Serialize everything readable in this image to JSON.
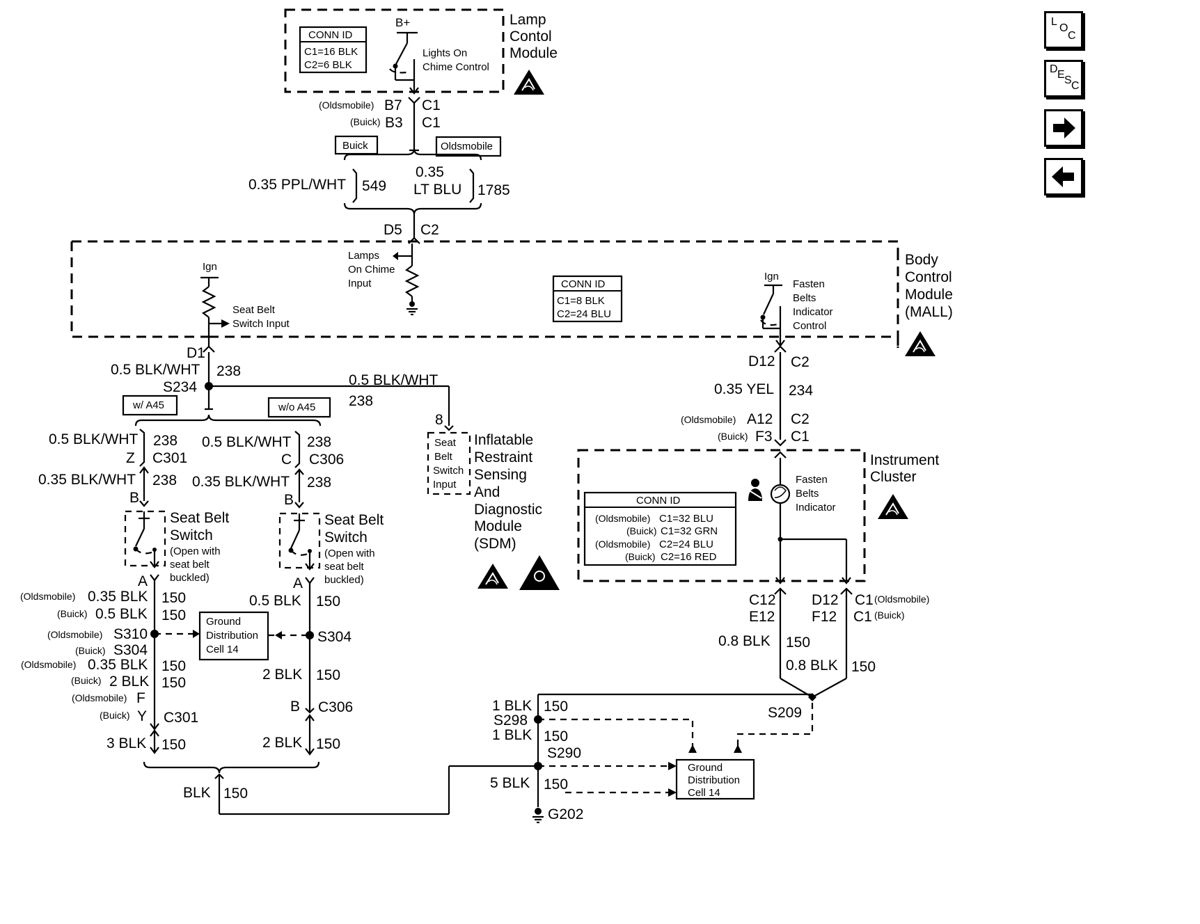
{
  "nav": {
    "loc": [
      "L",
      "O",
      "C"
    ],
    "desc": [
      "D",
      "E",
      "S",
      "C"
    ]
  },
  "lamp_module": {
    "title": [
      "Lamp",
      "Contol",
      "Module"
    ],
    "conn_id": {
      "header": "CONN ID",
      "rows": [
        "C1=16 BLK",
        "C2=6 BLK"
      ]
    },
    "bplus": "B+",
    "switch_label": [
      "Lights On",
      "Chime Control"
    ]
  },
  "lamp_out": {
    "old_prefix": "(Oldsmobile)",
    "old_pin": "B7",
    "old_conn": "C1",
    "buick_prefix": "(Buick)",
    "buick_pin": "B3",
    "buick_conn": "C1",
    "buick_box": "Buick",
    "old_box": "Oldsmobile",
    "w1_gauge": "0.35 PPL/WHT",
    "w1_circ": "549",
    "w2_gauge_a": "0.35",
    "w2_gauge_b": "LT BLU",
    "w2_circ": "1785",
    "bcm_pin": "D5",
    "bcm_conn": "C2"
  },
  "bcm": {
    "title": [
      "Body",
      "Control",
      "Module",
      "(MALL)"
    ],
    "lamps_input": [
      "Lamps",
      "On Chime",
      "Input"
    ],
    "ign1": "Ign",
    "seat_input": [
      "Seat Belt",
      "Switch Input"
    ],
    "conn_id": {
      "header": "CONN ID",
      "rows": [
        "C1=8 BLK",
        "C2=24 BLU"
      ]
    },
    "ign2": "Ign",
    "fasten": [
      "Fasten",
      "Belts",
      "Indicator",
      "Control"
    ]
  },
  "left": {
    "d1": "D1",
    "gauge": "0.5 BLK/WHT",
    "circ": "238",
    "splice": "S234",
    "wa45": "w/ A45",
    "woa45": "w/o A45",
    "branch_gauge": "0.5 BLK/WHT",
    "branch_circ": "238",
    "sdm_pin": "8",
    "c1_gauge": "0.5 BLK/WHT",
    "c1_circ": "238",
    "c1_pin": "Z",
    "c1_conn": "C301",
    "c1_gauge2": "0.35 BLK/WHT",
    "c1_circ2": "238",
    "c1_b": "B",
    "c2_gauge": "0.5 BLK/WHT",
    "c2_circ": "238",
    "c2_pin": "C",
    "c2_conn": "C306",
    "c2_gauge2": "0.35 BLK/WHT",
    "c2_circ2": "238",
    "c2_b": "B",
    "switch_title": [
      "Seat Belt",
      "Switch"
    ],
    "switch_note": [
      "(Open with",
      "seat belt",
      "buckled)"
    ],
    "sw_a": "A",
    "l_old_prefix": "(Oldsmobile)",
    "l_old_gauge": "0.35 BLK",
    "l_old_circ": "150",
    "l_buick_prefix": "(Buick)",
    "l_buick_gauge": "0.5 BLK",
    "l_buick_circ": "150",
    "l_s_old_prefix": "(Oldsmobile)",
    "l_s_old": "S310",
    "l_s_buick_prefix": "(Buick)",
    "l_s_buick": "S304",
    "l2_old_prefix": "(Oldsmobile)",
    "l2_old_gauge": "0.35 BLK",
    "l2_old_circ": "150",
    "l2_buick_prefix": "(Buick)",
    "l2_buick_gauge": "2 BLK",
    "l2_buick_circ": "150",
    "l_f_prefix": "(Oldsmobile)",
    "l_f": "F",
    "l_y_prefix": "(Buick)",
    "l_y": "Y",
    "l_conn": "C301",
    "l3_gauge": "3 BLK",
    "l3_circ": "150",
    "r_gauge": "0.5 BLK",
    "r_circ": "150",
    "r_splice": "S304",
    "r2_gauge": "2 BLK",
    "r2_circ": "150",
    "r_b": "B",
    "r_conn": "C306",
    "r3_gauge": "2 BLK",
    "r3_circ": "150",
    "gdc": [
      "Ground",
      "Distribution",
      "Cell 14"
    ],
    "bottom_gauge": "BLK",
    "bottom_circ": "150"
  },
  "sdm": {
    "inner": [
      "Seat",
      "Belt",
      "Switch",
      "Input"
    ],
    "title": [
      "Inflatable",
      "Restraint",
      "Sensing",
      "And",
      "Diagnostic",
      "Module",
      "(SDM)"
    ]
  },
  "right": {
    "d12": "D12",
    "c2": "C2",
    "gauge": "0.35 YEL",
    "circ": "234",
    "old_prefix": "(Oldsmobile)",
    "old_pin": "A12",
    "old_conn": "C2",
    "buick_prefix": "(Buick)",
    "buick_pin": "F3",
    "buick_conn": "C1",
    "ic_title": [
      "Instrument",
      "Cluster"
    ],
    "conn_id": {
      "header": "CONN ID",
      "rows": [
        {
          "p": "(Oldsmobile)",
          "v": "C1=32 BLU"
        },
        {
          "p": "(Buick)",
          "v": "C1=32 GRN"
        },
        {
          "p": "(Oldsmobile)",
          "v": "C2=24 BLU"
        },
        {
          "p": "(Buick)",
          "v": "C2=16 RED"
        }
      ]
    },
    "fasten": [
      "Fasten",
      "Belts",
      "Indicator"
    ],
    "p1a": "C12",
    "p1b": "E12",
    "p2a": "D12",
    "p2b": "F12",
    "c1a": "C1",
    "c1a_note": "(Oldsmobile)",
    "c1b": "C1",
    "c1b_note": "(Buick)",
    "g1": "0.8 BLK",
    "g1c": "150",
    "g2": "0.8 BLK",
    "g2c": "150",
    "s209": "S209",
    "b1": "1 BLK",
    "b1c": "150",
    "s298": "S298",
    "b2": "1 BLK",
    "b2c": "150",
    "s290": "S290",
    "b3": "5 BLK",
    "b3c": "150",
    "g202": "G202",
    "gdc": [
      "Ground",
      "Distribution",
      "Cell 14"
    ]
  }
}
